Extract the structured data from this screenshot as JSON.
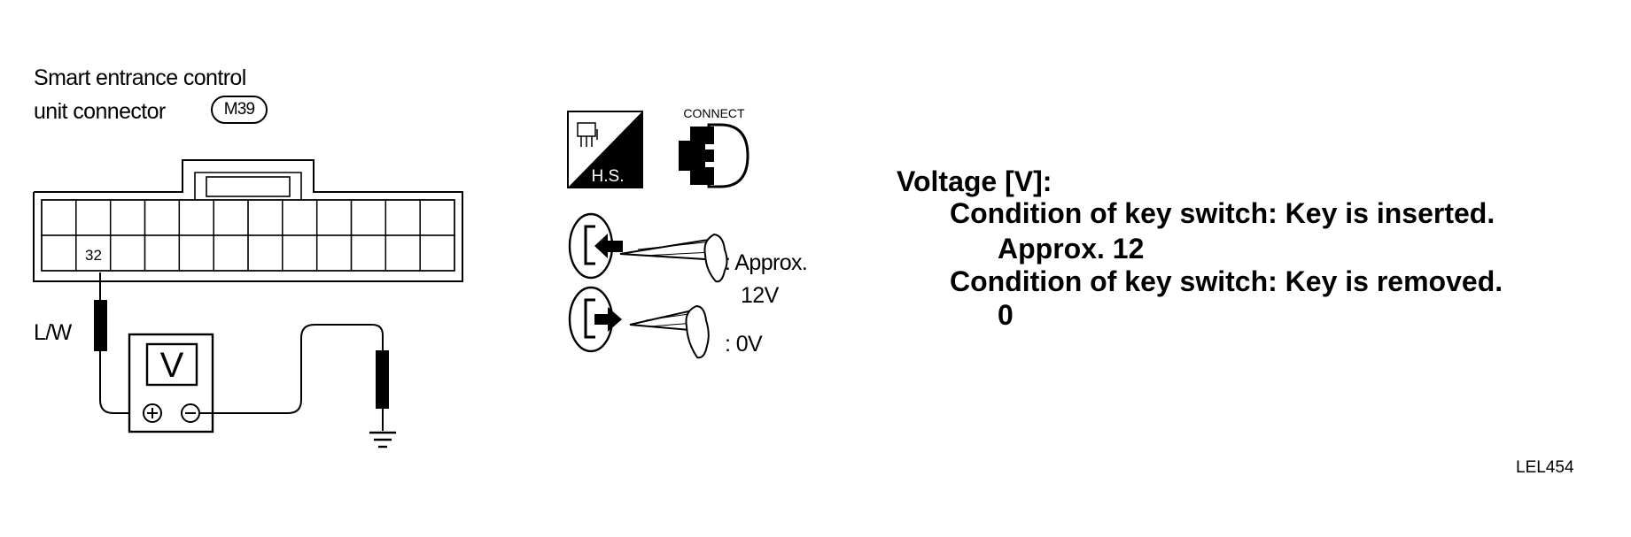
{
  "connector": {
    "title_line1": "Smart entrance control",
    "title_line2": "unit connector",
    "id_badge": "M39",
    "terminal_number": "32"
  },
  "probe": {
    "wire_color": "L/W"
  },
  "meter": {
    "symbol": "V",
    "plus_glyph": "+",
    "minus_glyph": "−"
  },
  "icons": {
    "harness_side_label": "H.S.",
    "connect_label": "CONNECT"
  },
  "key_conditions": {
    "inserted_line1": ": Approx.",
    "inserted_line2": "12V",
    "removed": ": 0V"
  },
  "spec": {
    "heading": "Voltage [V]:",
    "cond1": "Condition of key switch:  Key is inserted.",
    "val1": "Approx.  12",
    "cond2": "Condition of key switch:  Key is removed.",
    "val2": "0"
  },
  "figure_code": "LEL454"
}
